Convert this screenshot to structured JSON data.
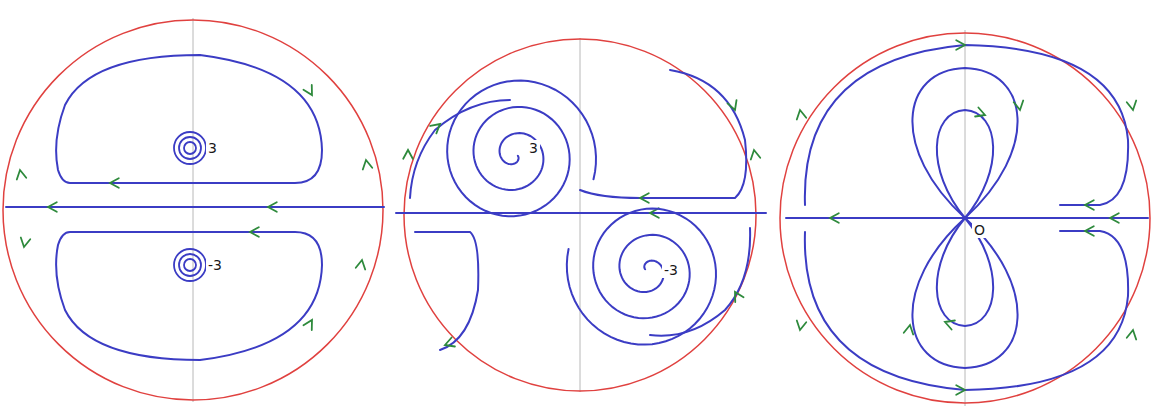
{
  "diagram": {
    "labels": [
      "3",
      "-3",
      "3",
      "-3",
      "O"
    ]
  }
}
